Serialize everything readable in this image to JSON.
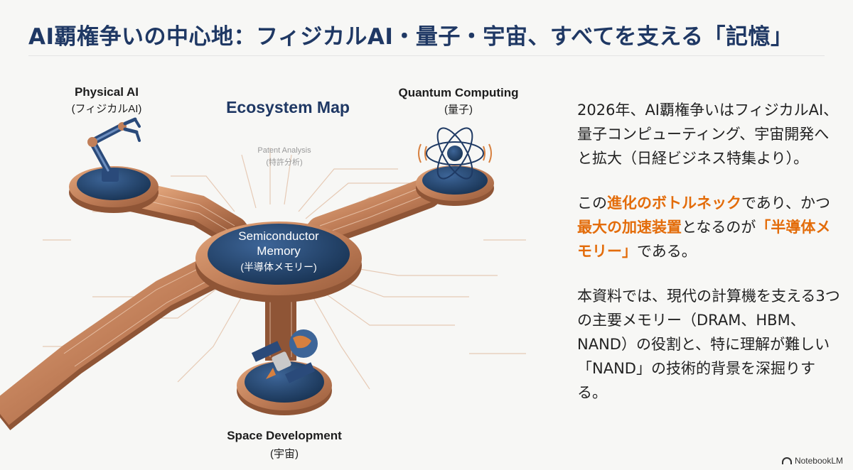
{
  "title": "AI覇権争いの中心地：フィジカルAI・量子・宇宙、すべてを支える「記憶」",
  "diagram": {
    "heading": "Ecosystem Map",
    "watermark_line1": "Patent Analysis",
    "watermark_line2": "(特許分析)",
    "hub": {
      "line1": "Semiconductor",
      "line2": "Memory",
      "line3": "(半導体メモリー)"
    },
    "nodes": {
      "physical_ai": {
        "title": "Physical AI",
        "subtitle": "(フィジカルAI)"
      },
      "quantum": {
        "title": "Quantum Computing",
        "subtitle": "(量子)"
      },
      "space": {
        "title": "Space Development",
        "subtitle": "(宇宙)"
      }
    }
  },
  "text": {
    "para1": "2026年、AI覇権争いはフィジカルAI、量子コンピューティング、宇宙開発へと拡大（日経ビジネス特集より）。",
    "para2": {
      "p1": "この",
      "h1": "進化のボトルネック",
      "p2": "であり、かつ",
      "h2": "最大の加速装置",
      "p3": "となるのが",
      "h3": "「半導体メモリー」",
      "p4": "である。"
    },
    "para3": "本資料では、現代の計算機を支える3つの主要メモリー（DRAM、HBM、NAND）の役割と、特に理解が難しい「NAND」の技術的背景を深掘りする。"
  },
  "brand": "NotebookLM",
  "colors": {
    "title": "#1f3864",
    "accent": "#e36c0a",
    "copper": "#c17f59",
    "navy": "#1f3a64"
  }
}
